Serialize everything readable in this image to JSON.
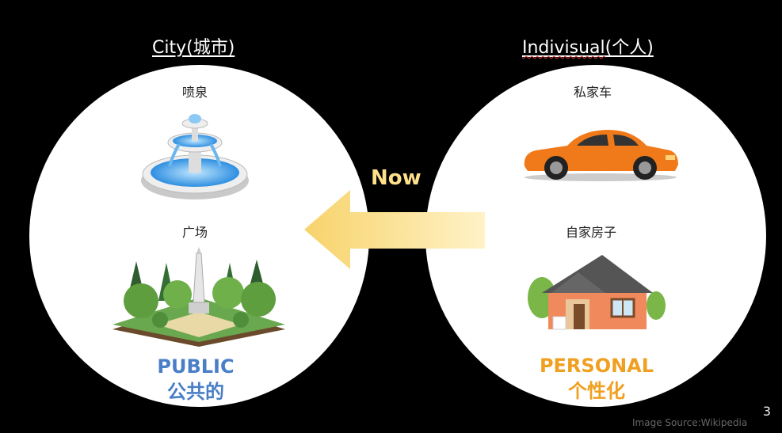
{
  "headings": {
    "left_prefix": "City(城市)",
    "right_word": "Indivisual",
    "right_suffix": "(个人)"
  },
  "left": {
    "label_fountain": "喷泉",
    "label_plaza": "广场",
    "public_en": "PUBLIC",
    "public_zh": "公共的",
    "icons": [
      "fountain-icon",
      "plaza-icon"
    ]
  },
  "right": {
    "label_car": "私家车",
    "label_house": "自家房子",
    "personal_en": "PERSONAL",
    "personal_zh": "个性化",
    "icons": [
      "car-icon",
      "house-icon"
    ]
  },
  "center": {
    "now": "Now"
  },
  "footer": {
    "page_number": "3",
    "source": "Image Source:Wikipedia"
  },
  "colors": {
    "public": "#4a7fc7",
    "personal": "#f0a020",
    "arrow": "#ffe8a3",
    "background": "#000000"
  }
}
